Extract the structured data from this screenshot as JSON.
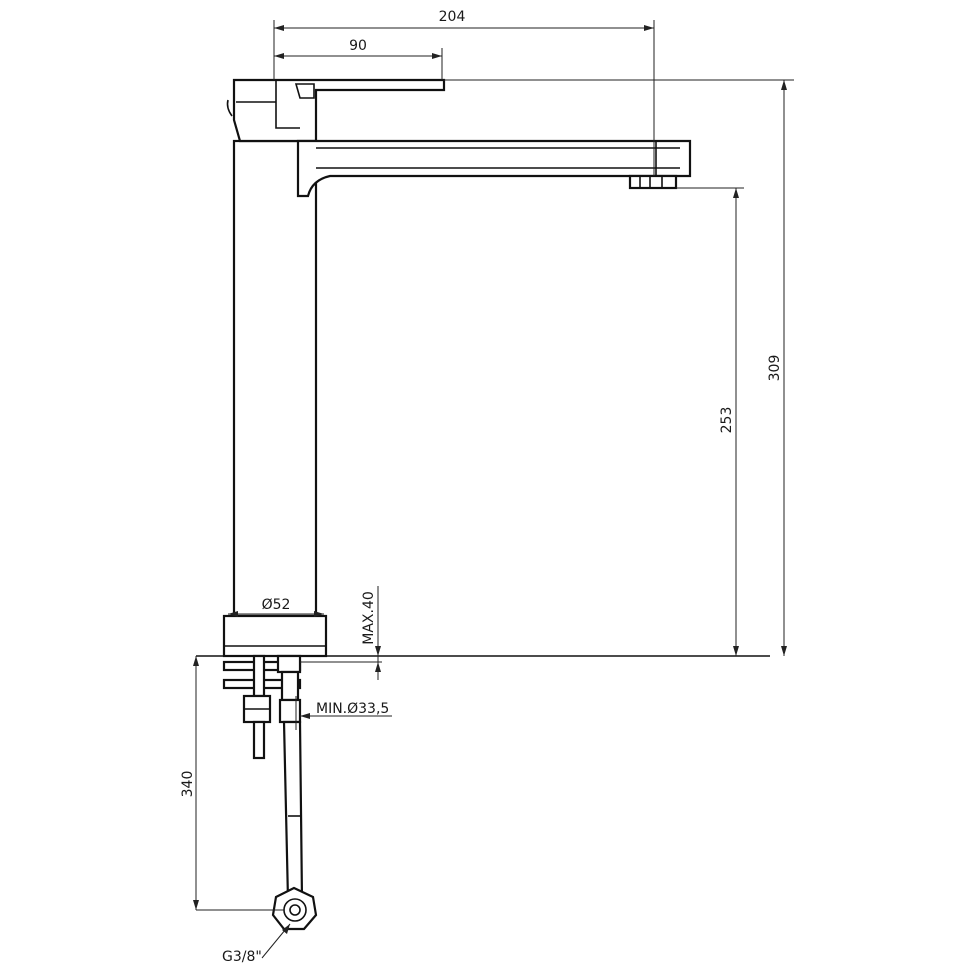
{
  "drawing": {
    "dimensions": {
      "overall_reach": "204",
      "handle_reach": "90",
      "total_height": "309",
      "spout_height": "253",
      "base_diameter": "Ø52",
      "max_deck_thickness": "MAX.40",
      "min_hole_diameter": "MIN.Ø33,5",
      "hose_length": "340",
      "connection_thread": "G3/8\""
    }
  }
}
